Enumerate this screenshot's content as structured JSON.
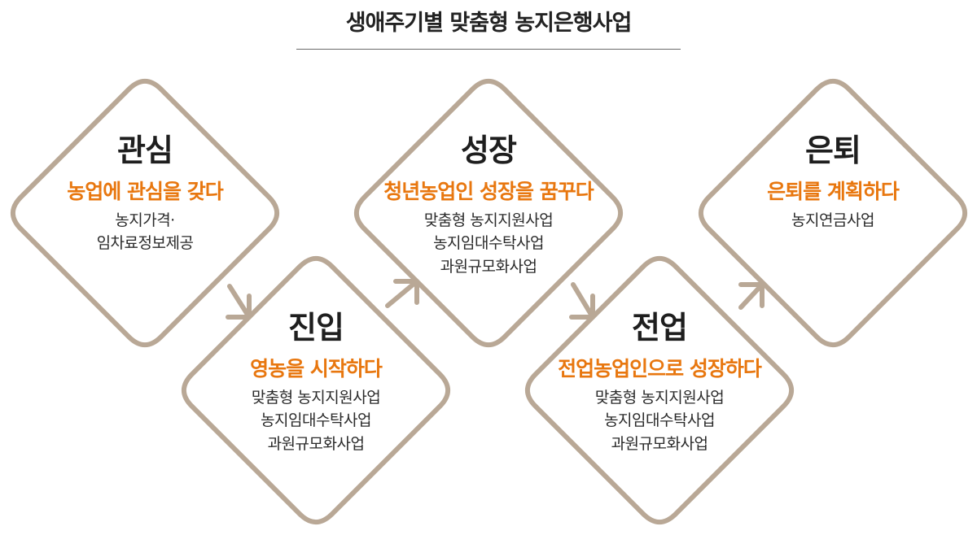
{
  "title": "생애주기별 맞춤형 농지은행사업",
  "colors": {
    "outline": "#b9a896",
    "accent": "#e8770f",
    "text": "#222222"
  },
  "stages": [
    {
      "title": "관심",
      "subtitle": "농업에 관심을 갖다",
      "items": [
        "농지가격·",
        "임차료정보제공"
      ]
    },
    {
      "title": "진입",
      "subtitle": "영농을 시작하다",
      "items": [
        "맞춤형 농지지원사업",
        "농지임대수탁사업",
        "과원규모화사업"
      ]
    },
    {
      "title": "성장",
      "subtitle": "청년농업인 성장을 꿈꾸다",
      "items": [
        "맞춤형 농지지원사업",
        "농지임대수탁사업",
        "과원규모화사업"
      ]
    },
    {
      "title": "전업",
      "subtitle": "전업농업인으로 성장하다",
      "items": [
        "맞춤형 농지지원사업",
        "농지임대수탁사업",
        "과원규모화사업"
      ]
    },
    {
      "title": "은퇴",
      "subtitle": "은퇴를 계획하다",
      "items": [
        "농지연금사업"
      ]
    }
  ]
}
